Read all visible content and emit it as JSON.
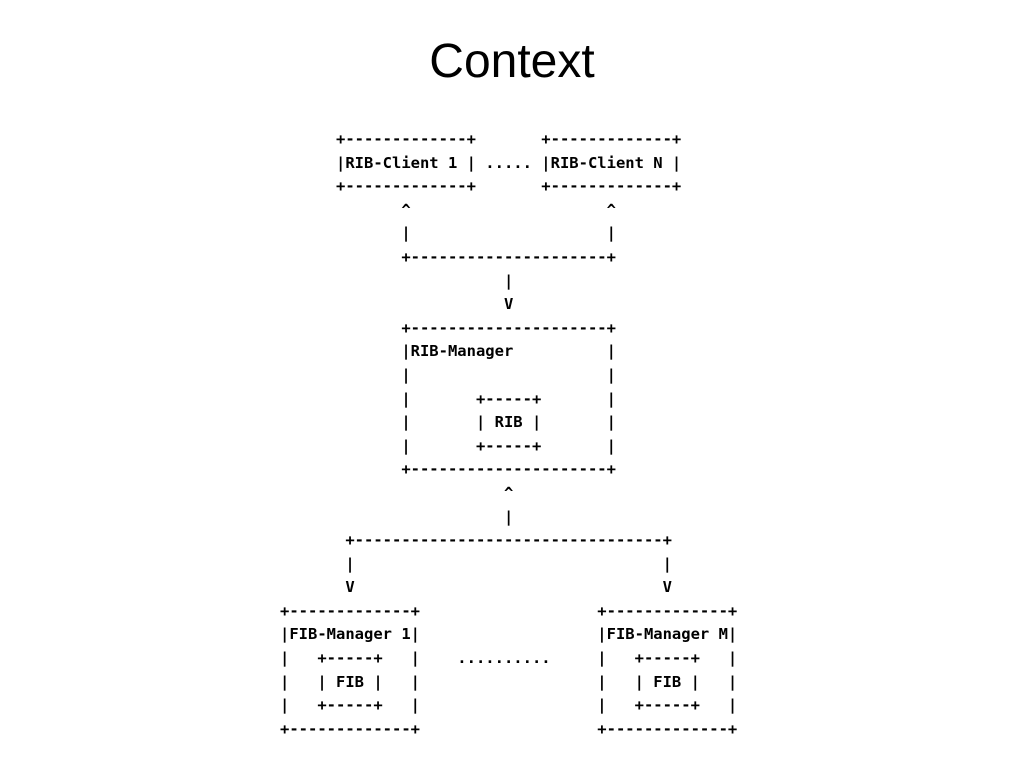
{
  "slide": {
    "title": "Context"
  },
  "diagram": {
    "lines": [
      "      +-------------+       +-------------+",
      "      |RIB-Client 1 | ..... |RIB-Client N |",
      "      +-------------+       +-------------+",
      "             ^                     ^",
      "             |                     |",
      "             +---------------------+",
      "                        |",
      "                        V",
      "             +---------------------+",
      "             |RIB-Manager          |",
      "             |                     |",
      "             |       +-----+       |",
      "             |       | RIB |       |",
      "             |       +-----+       |",
      "             +---------------------+",
      "                        ^",
      "                        |",
      "       +---------------------------------+",
      "       |                                 |",
      "       V                                 V",
      "+-------------+                   +-------------+",
      "|FIB-Manager 1|                   |FIB-Manager M|",
      "|   +-----+   |    ..........     |   +-----+   |",
      "|   | FIB |   |                   |   | FIB |   |",
      "|   +-----+   |                   |   +-----+   |",
      "+-------------+                   +-------------+"
    ]
  }
}
